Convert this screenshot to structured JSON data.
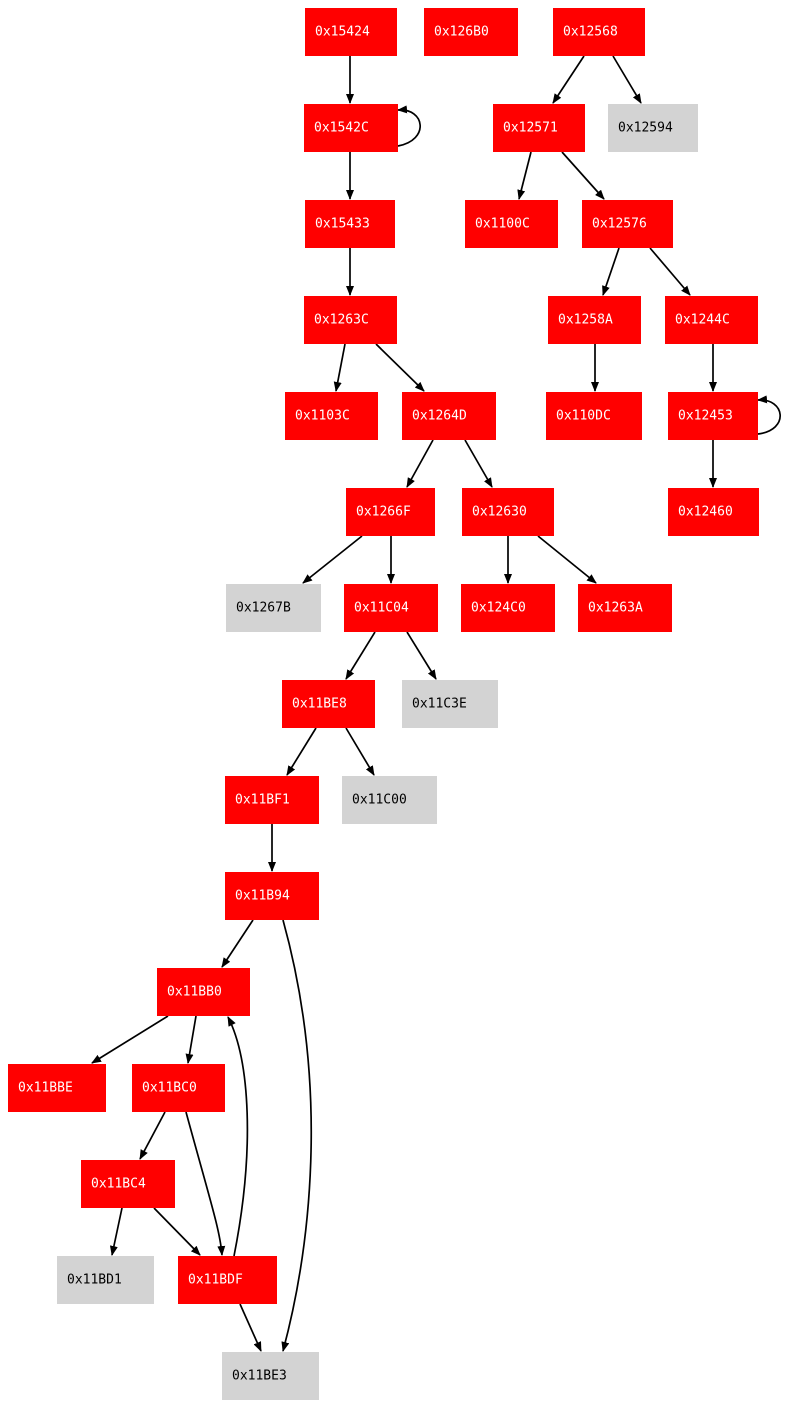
{
  "colors": {
    "active_fill": "#ff0000",
    "active_text": "#ffffff",
    "inactive_fill": "#d3d3d3",
    "inactive_text": "#000000",
    "edge": "#000000",
    "background": "#ffffff"
  },
  "nodes": [
    {
      "id": "n15424",
      "label": "0x15424",
      "style": "active"
    },
    {
      "id": "n126B0",
      "label": "0x126B0",
      "style": "active"
    },
    {
      "id": "n12568",
      "label": "0x12568",
      "style": "active"
    },
    {
      "id": "n1542C",
      "label": "0x1542C",
      "style": "active"
    },
    {
      "id": "n12571",
      "label": "0x12571",
      "style": "active"
    },
    {
      "id": "n12594",
      "label": "0x12594",
      "style": "inactive"
    },
    {
      "id": "n15433",
      "label": "0x15433",
      "style": "active"
    },
    {
      "id": "n1100C",
      "label": "0x1100C",
      "style": "active"
    },
    {
      "id": "n12576",
      "label": "0x12576",
      "style": "active"
    },
    {
      "id": "n1263C",
      "label": "0x1263C",
      "style": "active"
    },
    {
      "id": "n1258A",
      "label": "0x1258A",
      "style": "active"
    },
    {
      "id": "n1244C",
      "label": "0x1244C",
      "style": "active"
    },
    {
      "id": "n1103C",
      "label": "0x1103C",
      "style": "active"
    },
    {
      "id": "n1264D",
      "label": "0x1264D",
      "style": "active"
    },
    {
      "id": "n110DC",
      "label": "0x110DC",
      "style": "active"
    },
    {
      "id": "n12453",
      "label": "0x12453",
      "style": "active"
    },
    {
      "id": "n1266F",
      "label": "0x1266F",
      "style": "active"
    },
    {
      "id": "n12630",
      "label": "0x12630",
      "style": "active"
    },
    {
      "id": "n12460",
      "label": "0x12460",
      "style": "active"
    },
    {
      "id": "n1267B",
      "label": "0x1267B",
      "style": "inactive"
    },
    {
      "id": "n11C04",
      "label": "0x11C04",
      "style": "active"
    },
    {
      "id": "n124C0",
      "label": "0x124C0",
      "style": "active"
    },
    {
      "id": "n1263A",
      "label": "0x1263A",
      "style": "active"
    },
    {
      "id": "n11BE8",
      "label": "0x11BE8",
      "style": "active"
    },
    {
      "id": "n11C3E",
      "label": "0x11C3E",
      "style": "inactive"
    },
    {
      "id": "n11BF1",
      "label": "0x11BF1",
      "style": "active"
    },
    {
      "id": "n11C00",
      "label": "0x11C00",
      "style": "inactive"
    },
    {
      "id": "n11B94",
      "label": "0x11B94",
      "style": "active"
    },
    {
      "id": "n11BB0",
      "label": "0x11BB0",
      "style": "active"
    },
    {
      "id": "n11BBE",
      "label": "0x11BBE",
      "style": "active"
    },
    {
      "id": "n11BC0",
      "label": "0x11BC0",
      "style": "active"
    },
    {
      "id": "n11BC4",
      "label": "0x11BC4",
      "style": "active"
    },
    {
      "id": "n11BD1",
      "label": "0x11BD1",
      "style": "inactive"
    },
    {
      "id": "n11BDF",
      "label": "0x11BDF",
      "style": "active"
    },
    {
      "id": "n11BE3",
      "label": "0x11BE3",
      "style": "inactive"
    }
  ],
  "edges": [
    {
      "from": "n15424",
      "to": "n1542C"
    },
    {
      "from": "n1542C",
      "to": "n1542C"
    },
    {
      "from": "n1542C",
      "to": "n15433"
    },
    {
      "from": "n15433",
      "to": "n1263C"
    },
    {
      "from": "n1263C",
      "to": "n1103C"
    },
    {
      "from": "n1263C",
      "to": "n1264D"
    },
    {
      "from": "n1264D",
      "to": "n1266F"
    },
    {
      "from": "n1264D",
      "to": "n12630"
    },
    {
      "from": "n1266F",
      "to": "n1267B"
    },
    {
      "from": "n1266F",
      "to": "n11C04"
    },
    {
      "from": "n12630",
      "to": "n124C0"
    },
    {
      "from": "n12630",
      "to": "n1263A"
    },
    {
      "from": "n11C04",
      "to": "n11BE8"
    },
    {
      "from": "n11C04",
      "to": "n11C3E"
    },
    {
      "from": "n11BE8",
      "to": "n11BF1"
    },
    {
      "from": "n11BE8",
      "to": "n11C00"
    },
    {
      "from": "n11BF1",
      "to": "n11B94"
    },
    {
      "from": "n11B94",
      "to": "n11BB0"
    },
    {
      "from": "n11B94",
      "to": "n11BE3"
    },
    {
      "from": "n11BB0",
      "to": "n11BBE"
    },
    {
      "from": "n11BB0",
      "to": "n11BC0"
    },
    {
      "from": "n11BC0",
      "to": "n11BC4"
    },
    {
      "from": "n11BC0",
      "to": "n11BDF"
    },
    {
      "from": "n11BC4",
      "to": "n11BD1"
    },
    {
      "from": "n11BC4",
      "to": "n11BDF"
    },
    {
      "from": "n11BDF",
      "to": "n11BB0"
    },
    {
      "from": "n11BDF",
      "to": "n11BE3"
    },
    {
      "from": "n12568",
      "to": "n12571"
    },
    {
      "from": "n12568",
      "to": "n12594"
    },
    {
      "from": "n12571",
      "to": "n1100C"
    },
    {
      "from": "n12571",
      "to": "n12576"
    },
    {
      "from": "n12576",
      "to": "n1258A"
    },
    {
      "from": "n12576",
      "to": "n1244C"
    },
    {
      "from": "n1258A",
      "to": "n110DC"
    },
    {
      "from": "n1244C",
      "to": "n12453"
    },
    {
      "from": "n12453",
      "to": "n12453"
    },
    {
      "from": "n12453",
      "to": "n12460"
    }
  ]
}
